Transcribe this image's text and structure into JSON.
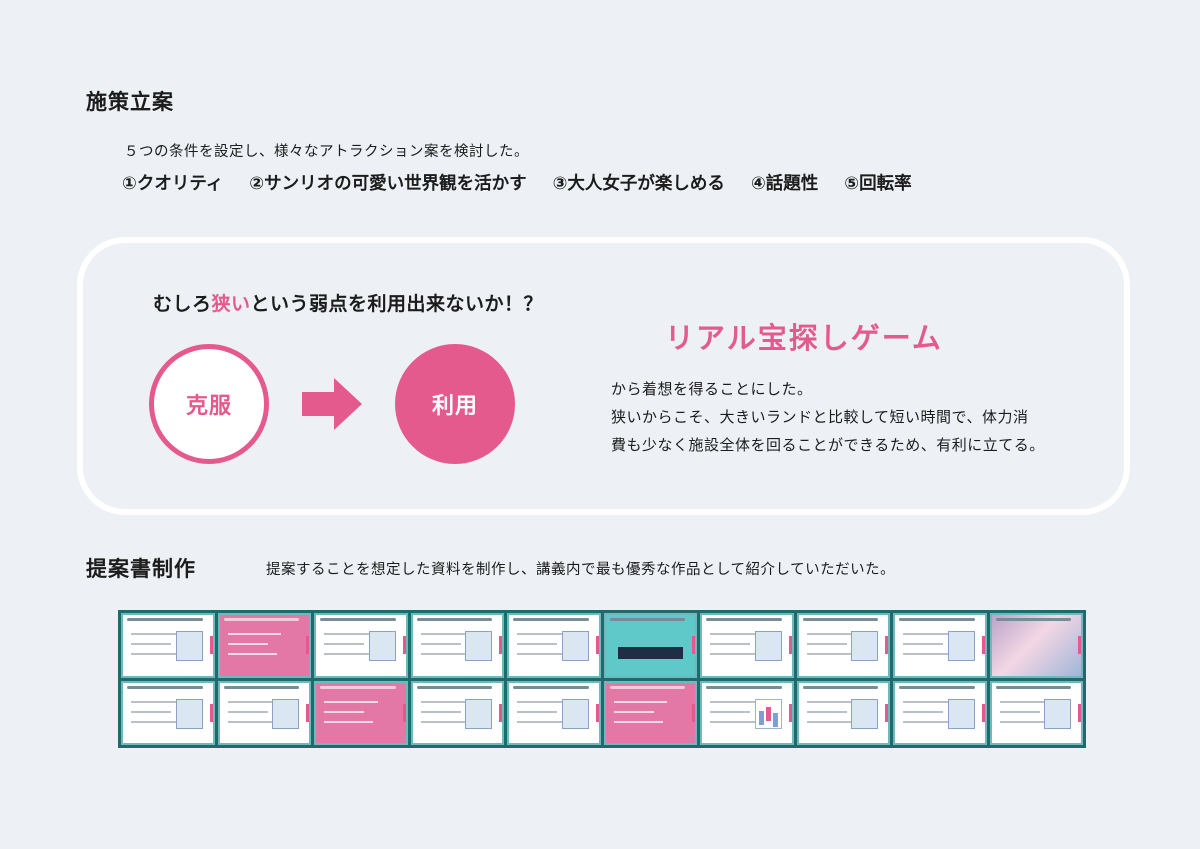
{
  "section1": {
    "title": "施策立案",
    "intro": "５つの条件を設定し、様々なアトラクション案を検討した。",
    "conditions": [
      "①クオリティ",
      "②サンリオの可愛い世界観を活かす",
      "③大人女子が楽しめる",
      "④話題性",
      "⑤回転率"
    ]
  },
  "idea": {
    "question_before": "むしろ",
    "question_highlight": "狭い",
    "question_after": "という弱点を利用出来ないか！？",
    "circle_left": "克服",
    "circle_right": "利用",
    "game_title": "リアル宝探しゲーム",
    "desc_lines": [
      "から着想を得ることにした。",
      "狭いからこそ、大きいランドと比較して短い時間で、体力消",
      "費も少なく施設全体を回ることができるため、有利に立てる。"
    ],
    "accent_color": "#e55a8c"
  },
  "section2": {
    "title": "提案書制作",
    "desc": "提案することを想定した資料を制作し、講義内で最も優秀な作品として紹介していただいた。"
  },
  "slides": {
    "row1": [
      "white",
      "pink",
      "white",
      "white",
      "white",
      "cyan",
      "white",
      "white",
      "white",
      "photo"
    ],
    "row2": [
      "white",
      "white",
      "pink",
      "white",
      "white",
      "pink",
      "chart",
      "white",
      "white",
      "white"
    ]
  }
}
